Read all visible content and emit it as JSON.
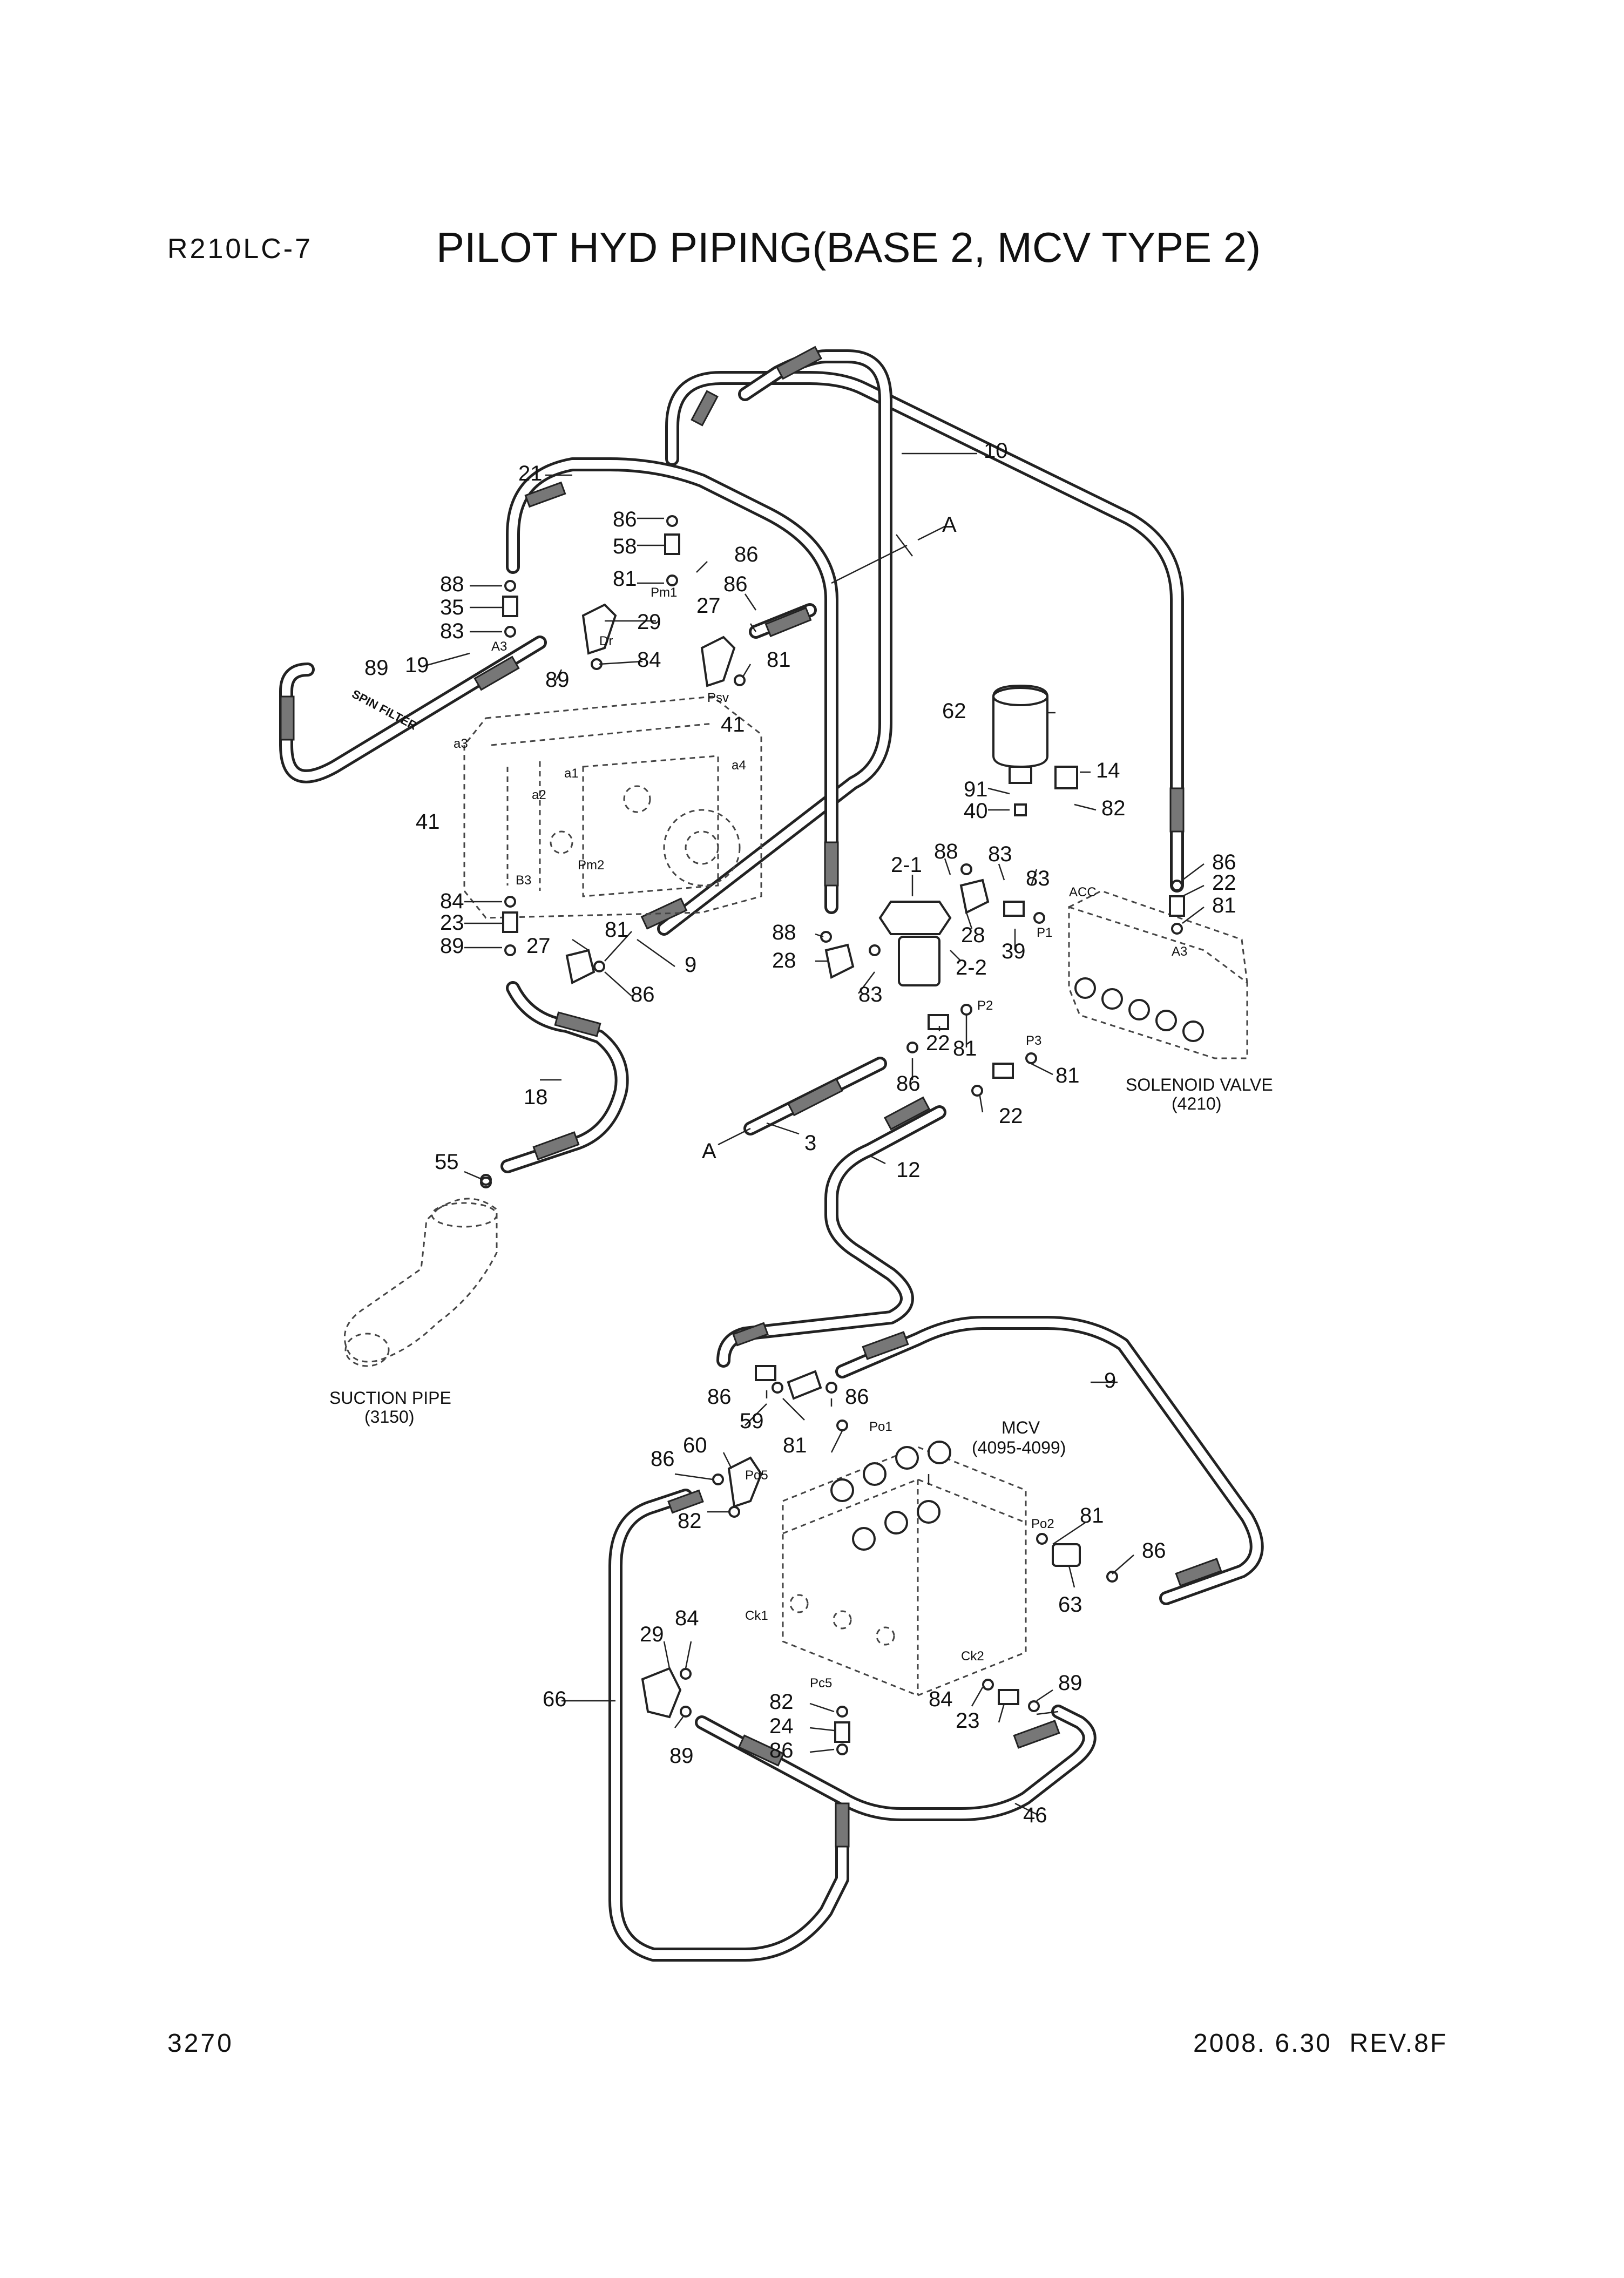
{
  "header": {
    "model": "R210LC-7",
    "title": "PILOT HYD PIPING(BASE 2, MCV TYPE 2)"
  },
  "footer": {
    "page_number": "3270",
    "date_rev": "2008. 6.30  REV.8F"
  },
  "assemblies": {
    "spin_filter": "SPIN FILTER",
    "solenoid_valve": "SOLENOID VALVE",
    "solenoid_valve_ref": "(4210)",
    "suction_pipe": "SUCTION PIPE",
    "suction_pipe_ref": "(3150)",
    "mcv": "MCV",
    "mcv_ref": "(4095-4099)"
  },
  "callouts": [
    "10",
    "21",
    "86",
    "58",
    "86",
    "81",
    "88",
    "35",
    "83",
    "29",
    "27",
    "86",
    "84",
    "81",
    "89",
    "19",
    "89",
    "62",
    "14",
    "91",
    "82",
    "40",
    "41",
    "41",
    "84",
    "23",
    "89",
    "27",
    "81",
    "86",
    "9",
    "86",
    "22",
    "81",
    "2-1",
    "88",
    "83",
    "83",
    "88",
    "28",
    "28",
    "39",
    "2-2",
    "83",
    "22",
    "81",
    "86",
    "22",
    "81",
    "18",
    "55",
    "3",
    "12",
    "86",
    "86",
    "59",
    "9",
    "81",
    "60",
    "86",
    "82",
    "81",
    "86",
    "63",
    "29",
    "84",
    "66",
    "82",
    "24",
    "86",
    "84",
    "23",
    "89",
    "89",
    "46"
  ],
  "ports": [
    "A3",
    "a3",
    "a2",
    "a1",
    "a4",
    "B3",
    "Pm1",
    "Dr",
    "Psv",
    "Pm2",
    "ACC",
    "P1",
    "P2",
    "P3",
    "A3",
    "Po1",
    "Pd5",
    "Po2",
    "Ck1",
    "Ck2",
    "Pc5"
  ],
  "connectors": [
    "A",
    "A"
  ]
}
